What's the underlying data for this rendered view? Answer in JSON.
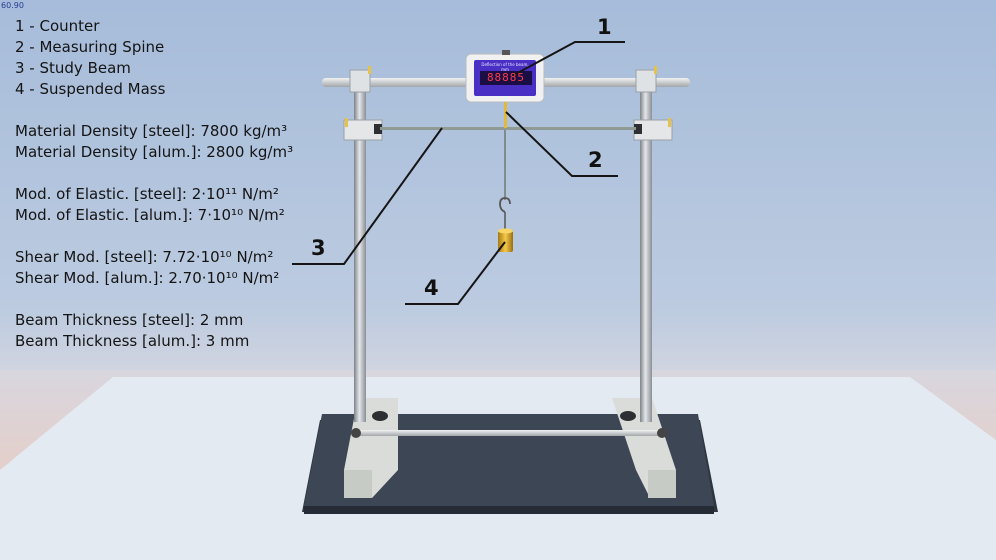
{
  "hud": {
    "fps": "60.90"
  },
  "legend": {
    "items": [
      "1 - Counter",
      "2 - Measuring Spine",
      "3 - Study Beam",
      "4 - Suspended Mass"
    ],
    "density": [
      "Material Density [steel]: 7800 kg/m³",
      "Material Density [alum.]: 2800 kg/m³"
    ],
    "elastic": [
      "Mod. of Elastic. [steel]: 2·10¹¹ N/m²",
      "Mod. of Elastic. [alum.]: 7·10¹⁰ N/m²"
    ],
    "shear": [
      "Shear Mod. [steel]: 7.72·10¹⁰ N/m²",
      "Shear Mod. [alum.]: 2.70·10¹⁰ N/m²"
    ],
    "thickness": [
      "Beam Thickness [steel]: 2 mm",
      "Beam Thickness [alum.]: 3 mm"
    ]
  },
  "callouts": {
    "c1": "1",
    "c2": "2",
    "c3": "3",
    "c4": "4"
  },
  "counter": {
    "title": "Deflection of the beam, mm",
    "digits": "88885"
  },
  "colors": {
    "sky_top": "#a9bfdc",
    "sky_bottom": "#d9dfea",
    "floor": "#e6edf3",
    "base_plate": "#3b4452",
    "counter_screen": "#4a2fc4",
    "digits": "#ff3b4a"
  }
}
